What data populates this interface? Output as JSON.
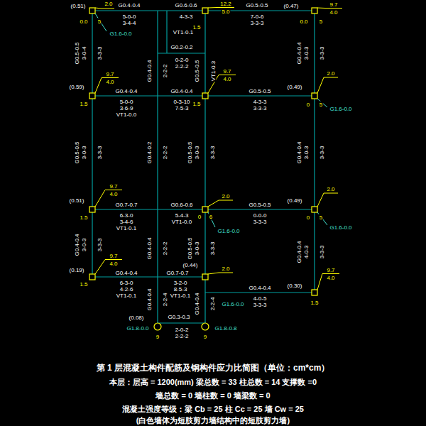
{
  "diagram": {
    "title": "第 1 层混凝土构件配筋及钢构件应力比简图（单位：cm*cm）",
    "labels": [
      "(0.51)",
      "2.0",
      "0.0",
      "5",
      "G1.6-0.0",
      "G0.4-0.4",
      "5-0-0",
      "3-4-4",
      "G0.6-0.6",
      "4-3-3",
      "12.2",
      "5.0",
      "1.5",
      "G0.5-0.5",
      "7-0-6",
      "3-3-3",
      "(0.47)",
      "9.7",
      "4.0",
      "0.0",
      "5",
      "VT1-0.1",
      "G0.2-0.2",
      "0-2-0",
      "2-2-2",
      "G0.5-0.5",
      "VT1-0.3",
      "G0.4-0.4",
      "2-2-2",
      "G0.5-0.5",
      "3-0-4",
      "3-3-3",
      "G0.4-0.4",
      "3-0-3",
      "3-3-3",
      "(0.59)",
      "9.7",
      "4.0",
      "1.5",
      "G0.4-0.4",
      "5-0-0",
      "3-6-9",
      "VT1-0.0",
      "G0.4-0.4",
      "0-3-10",
      "7-5-3",
      "9.7",
      "4.0",
      "1.5",
      "G0.5-0.5",
      "4-3-3",
      "3-3-3",
      "(0.49)",
      "2.0",
      "0",
      "5",
      "G1.6-0.0",
      "G0.5-0.5",
      "3-0-3",
      "3-3-3",
      "G0.4-0.2",
      "2-2-2",
      "G0.5-0.5",
      "3-0-3",
      "3-3-3",
      "G0.4-0.4",
      "3-0-3",
      "3-3-3",
      "(0.51)",
      "9.7",
      "4.0",
      "1.5",
      "G0.7-0.7",
      "6-3-0",
      "3-4-6",
      "VT1-0.1",
      "G0.6-0.6",
      "5-4-3",
      "VT1-0.0",
      "2.0",
      "0",
      "6",
      "G1.6-0.0",
      "G0.5-0.5",
      "0-0-0",
      "3-3-3",
      "(0.49)",
      "2.0",
      "0",
      "5",
      "G1.6-0.0",
      "G0.4-0.4",
      "3-0-3",
      "3-3-3",
      "G0.4-0.4",
      "2-2-2",
      "G0.5-0.5",
      "3-0-3",
      "3-3-3",
      "G0.4-0.4",
      "4-0-3",
      "3-3-3",
      "(0.19)",
      "9.7",
      "4.0",
      "1.5",
      "G0.4-0.4",
      "6-3-0",
      "4-2-6",
      "VT1-0.1",
      "G0.7-0.7",
      "(0.44)",
      "3-2-0",
      "8-5-3",
      "VT1-0.1",
      "2.0",
      "G0.4-0.4",
      "4-0-5",
      "3-3-3",
      "G1.6-0.0",
      "(0.30)",
      "9.7",
      "4.0",
      "1.5",
      "G0.4-0.4",
      "2-2-4",
      "G0.4-0.4",
      "2-2-4",
      "(0.08)",
      "G0.3-0.3",
      "2-0-2",
      "2-2-2",
      "9",
      "9",
      "G1.8-0.0",
      "G1.8-0.8",
      "本层：层高 = 1200(mm) 梁总数 = 33 柱总数 = 14 支撑数 =0",
      "墙总数 = 0 墙柱数 = 0 墙梁数 = 0",
      "混凝土强度等级：梁 Cb = 25 柱 Cc = 25 墙 Cw = 25",
      "(白色墙体为短肢剪力墙结构中的短肢剪力墙)"
    ]
  }
}
